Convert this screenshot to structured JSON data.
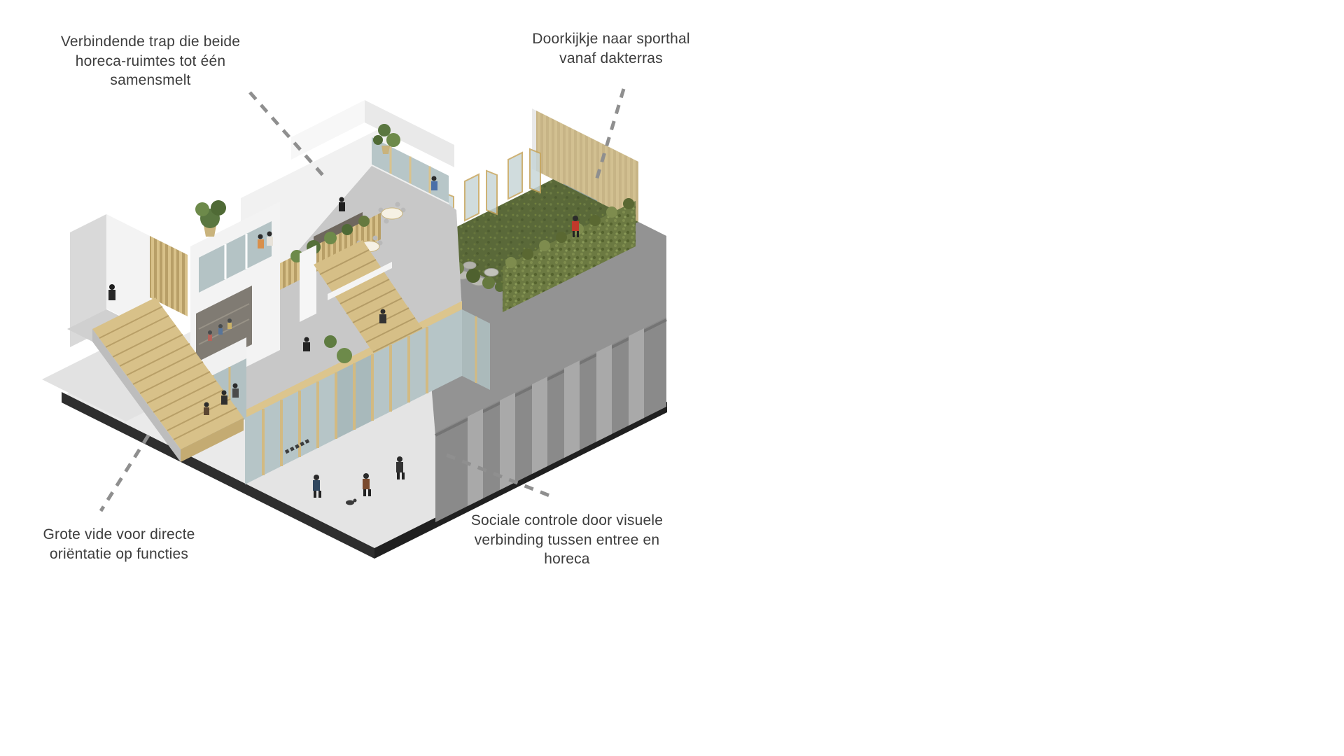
{
  "figure": {
    "type": "architectural-axonometric-diagram",
    "background": "#ffffff",
    "subject": "Isometric cutaway of building with rooftop garden, horeca terrace, connecting stairs and glass entrance facade"
  },
  "annotations": {
    "connecting_stair": {
      "label": "Verbindende trap die beide horeca-ruimtes tot één samensmelt"
    },
    "rooftop_view": {
      "label": "Doorkijkje naar sporthal vanaf dakterras"
    },
    "void": {
      "label": "Grote vide voor directe oriëntatie op functies"
    },
    "social_control": {
      "label": "Sociale controle door visuele verbinding tussen entree en horeca"
    }
  },
  "colors": {
    "annotation_text": "#3d3d3d",
    "leader_line": "#8f8f8f",
    "wood": "#d8c189",
    "floor_grey": "#c8c8c8",
    "glass": "#b6c5c7",
    "grass": "#5a6939",
    "hedge": "#6c7a42",
    "concrete": "#8a8a8a",
    "base_slab": "#2d2d2d"
  }
}
